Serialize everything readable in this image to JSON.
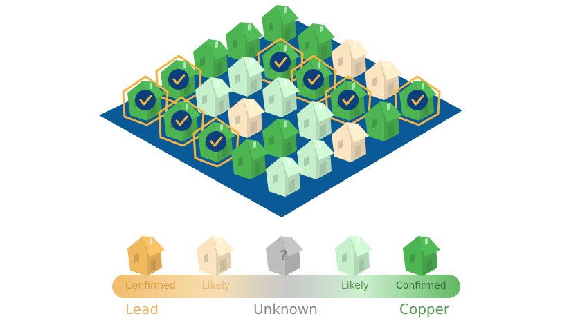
{
  "colors": {
    "ground": "#0b5a98",
    "copper_confirmed": "#4db452",
    "copper_likely": "#c6efcb",
    "lead_confirmed": "#f1b95e",
    "lead_likely": "#fbe4c0",
    "unknown": "#bdbdbd",
    "badge": "#0d3f7c",
    "check": "#f4b440",
    "lead_text": "#f0b463",
    "unknown_text": "#8a8a8a",
    "copper_text": "#4e9a4e"
  },
  "houses": [
    {
      "status": "copper_confirmed",
      "verified": false
    },
    {
      "status": "copper_confirmed",
      "verified": false
    },
    {
      "status": "copper_confirmed",
      "verified": false
    },
    {
      "status": "copper_confirmed",
      "verified": false
    },
    {
      "status": "copper_confirmed",
      "verified": true
    },
    {
      "status": "lead_likely",
      "verified": false
    },
    {
      "status": "copper_confirmed",
      "verified": true
    },
    {
      "status": "copper_likely",
      "verified": false
    },
    {
      "status": "copper_confirmed",
      "verified": true
    },
    {
      "status": "lead_likely",
      "verified": false
    },
    {
      "status": "copper_confirmed",
      "verified": true
    },
    {
      "status": "copper_likely",
      "verified": false
    },
    {
      "status": "copper_likely",
      "verified": false
    },
    {
      "status": "copper_confirmed",
      "verified": true
    },
    {
      "status": "copper_confirmed",
      "verified": true
    },
    {
      "status": "copper_confirmed",
      "verified": true
    },
    {
      "status": "lead_likely",
      "verified": false
    },
    {
      "status": "copper_likely",
      "verified": false
    },
    {
      "status": "copper_confirmed",
      "verified": false
    },
    {
      "status": "copper_confirmed",
      "verified": true
    },
    {
      "status": "copper_confirmed",
      "verified": false
    },
    {
      "status": "lead_likely",
      "verified": false
    },
    {
      "status": "copper_confirmed",
      "verified": false
    },
    {
      "status": "copper_likely",
      "verified": false
    },
    {
      "status": "copper_likely",
      "verified": false
    }
  ],
  "legend": {
    "lead_confirmed": "Confirmed",
    "lead_likely": "Likely",
    "unknown_mark": "?",
    "copper_likely": "Likely",
    "copper_confirmed": "Confirmed",
    "lead": "Lead",
    "unknown": "Unknown",
    "copper": "Copper"
  }
}
